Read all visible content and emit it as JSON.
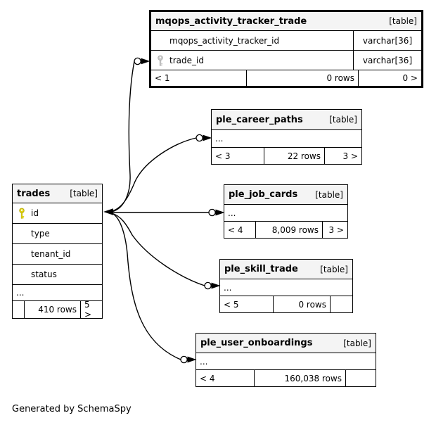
{
  "diagram": {
    "generator_note": "Generated by SchemaSpy",
    "colors": {
      "background": "#ffffff",
      "table_header_bg": "#f4f4f4",
      "border": "#000000",
      "primary_key_icon": "#e2d411",
      "foreign_key_icon": "#c8c8c8"
    }
  },
  "tables": {
    "mqops": {
      "name": "mqops_activity_tracker_trade",
      "tag": "[table]",
      "columns": [
        {
          "name": "mqops_activity_tracker_id",
          "type": "varchar[36]"
        },
        {
          "name": "trade_id",
          "type": "varchar[36]"
        }
      ],
      "footer": [
        "< 1",
        "0 rows",
        "0 >"
      ]
    },
    "trades": {
      "name": "trades",
      "tag": "[table]",
      "columns": [
        {
          "name": "id"
        },
        {
          "name": "type"
        },
        {
          "name": "tenant_id"
        },
        {
          "name": "status"
        },
        {
          "name": "..."
        }
      ],
      "footer": [
        "",
        "410 rows",
        "5 >"
      ]
    },
    "career": {
      "name": "ple_career_paths",
      "tag": "[table]",
      "columns": [
        {
          "name": "..."
        }
      ],
      "footer": [
        "< 3",
        "22 rows",
        "3 >"
      ]
    },
    "job": {
      "name": "ple_job_cards",
      "tag": "[table]",
      "columns": [
        {
          "name": "..."
        }
      ],
      "footer": [
        "< 4",
        "8,009 rows",
        "3 >"
      ]
    },
    "skill": {
      "name": "ple_skill_trade",
      "tag": "[table]",
      "columns": [
        {
          "name": "..."
        }
      ],
      "footer": [
        "< 5",
        "0 rows",
        ""
      ]
    },
    "onboard": {
      "name": "ple_user_onboardings",
      "tag": "[table]",
      "columns": [
        {
          "name": "..."
        }
      ],
      "footer": [
        "< 4",
        "160,038 rows",
        ""
      ]
    }
  },
  "relationships": [
    {
      "from": "trades.id",
      "to": "mqops_activity_tracker_trade.trade_id"
    },
    {
      "from": "trades.id",
      "to": "ple_career_paths"
    },
    {
      "from": "trades.id",
      "to": "ple_job_cards"
    },
    {
      "from": "trades.id",
      "to": "ple_skill_trade"
    },
    {
      "from": "trades.id",
      "to": "ple_user_onboardings"
    }
  ]
}
